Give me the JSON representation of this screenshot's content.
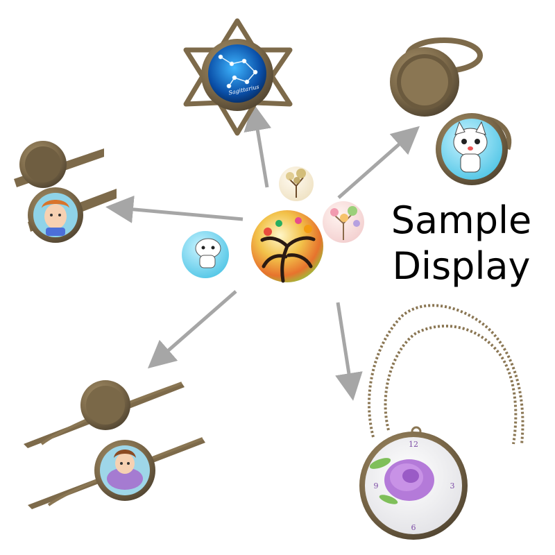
{
  "headline": {
    "line1": "Sample",
    "line2": "Display"
  },
  "embossed_text": {
    "constellation": "Sagittarius"
  },
  "colors": {
    "background": "#ffffff",
    "arrow": "#a6a6a6",
    "bronze": "#7d6a4a",
    "bronze_light": "#a8936b",
    "headline": "#000000"
  },
  "products": [
    {
      "name": "star-pendant-setting"
    },
    {
      "name": "adjustable-ring-setting"
    },
    {
      "name": "hair-clip-setting"
    },
    {
      "name": "hair-pin-setting"
    },
    {
      "name": "ball-chain-necklace-pendant"
    }
  ],
  "cabochons": [
    {
      "name": "cat-cabochon"
    },
    {
      "name": "tree-of-life-cabochon"
    },
    {
      "name": "small-tree-cabochon"
    },
    {
      "name": "flower-tree-cabochon"
    }
  ]
}
